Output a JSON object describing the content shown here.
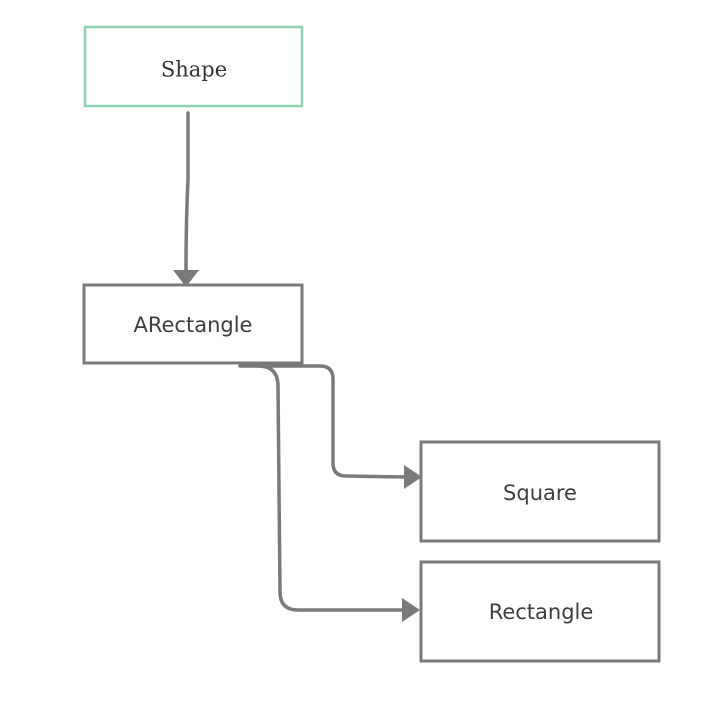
{
  "diagram": {
    "nodes": {
      "shape": {
        "label": "Shape"
      },
      "arectangle": {
        "label": "ARectangle"
      },
      "square": {
        "label": "Square"
      },
      "rectangle": {
        "label": "Rectangle"
      }
    },
    "colors": {
      "edge": "#7a7a7a",
      "node_border": "#7a7a7a",
      "shape_border": "#8fcfb2",
      "text": "#3e3e3e",
      "background": "#ffffff"
    }
  }
}
